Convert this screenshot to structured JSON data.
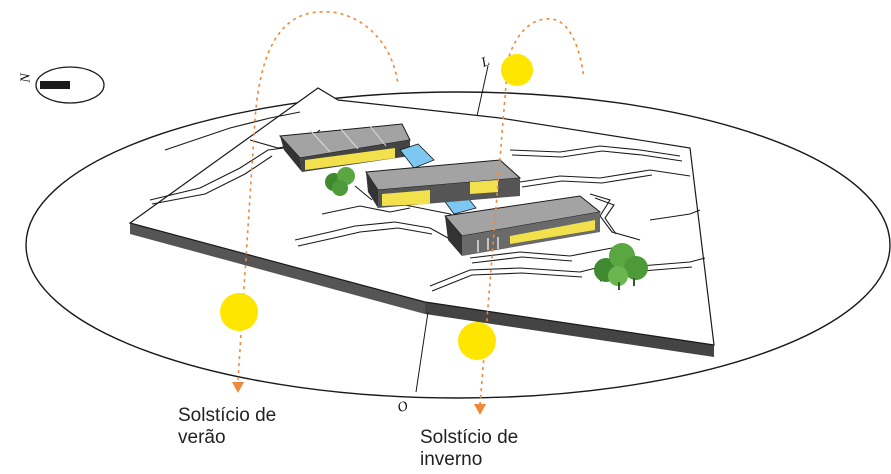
{
  "labels": {
    "summer_solstice": [
      "Solstício de",
      "verão"
    ],
    "winter_solstice": [
      "Solstício de",
      "inverno"
    ]
  },
  "compass": {
    "north_letter": "N",
    "east_letter": "L",
    "west_letter": "O"
  },
  "icons": {
    "compass": "compass-icon",
    "sun": "sun-icon",
    "tree": "tree-icon"
  },
  "colors": {
    "sun": "#FFE600",
    "sun_path": "#F0883A",
    "arrow": "#F0883A",
    "model_side": "#555555",
    "building_roof": "#9E9E9E",
    "glazing_yellow": "#F2E14C",
    "water_blue": "#7CC8F0",
    "tree_green": "#4E9A3A",
    "outline": "#1A1A1A"
  }
}
